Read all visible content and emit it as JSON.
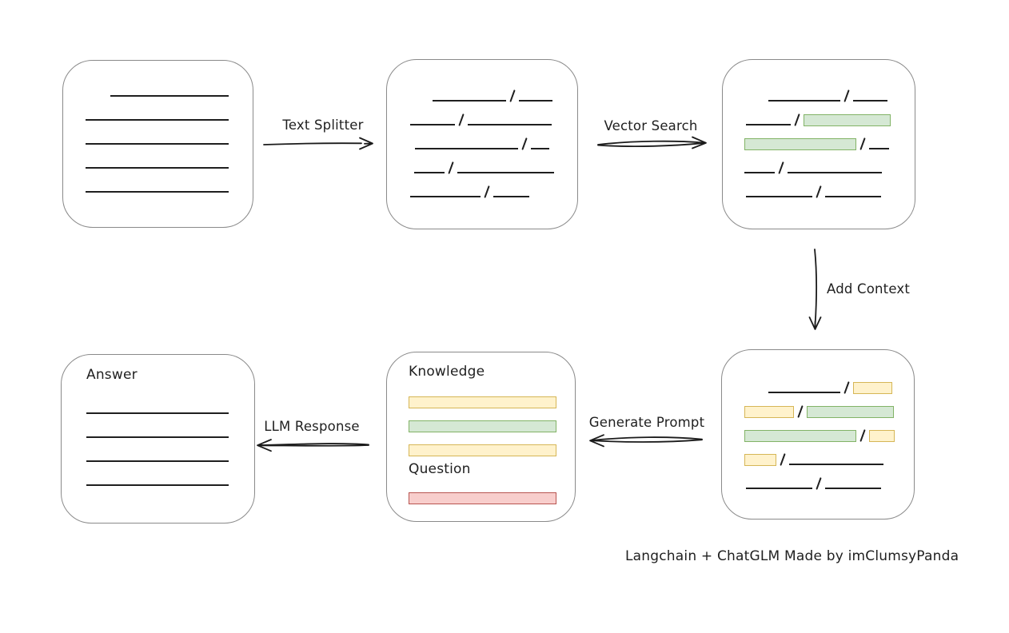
{
  "caption": "Langchain + ChatGLM Made by imClumsyPanda",
  "colors": {
    "line": "#1f1f1f",
    "box_stroke": "#8a8a8a",
    "green_fill": "#d5e8d4",
    "green_stroke": "#82b366",
    "yellow_fill": "#fff2cc",
    "yellow_stroke": "#d6b656",
    "red_fill": "#f8cecc",
    "red_stroke": "#b85450"
  },
  "arrow_labels": {
    "text_splitter": "Text Splitter",
    "vector_search": "Vector Search",
    "add_context": "Add Context",
    "generate_prompt": "Generate Prompt",
    "llm_response": "LLM Response"
  },
  "prompt_box": {
    "knowledge_heading": "Knowledge",
    "question_heading": "Question"
  },
  "answer_box": {
    "heading": "Answer"
  },
  "rows": {
    "document": [
      [
        {
          "t": "line",
          "w": 148,
          "indent": 31
        }
      ],
      [
        {
          "t": "line",
          "w": 179
        }
      ],
      [
        {
          "t": "line",
          "w": 179
        }
      ],
      [
        {
          "t": "line",
          "w": 179
        }
      ],
      [
        {
          "t": "line",
          "w": 179
        }
      ]
    ],
    "split": [
      [
        {
          "t": "line",
          "w": 92,
          "indent": 28
        },
        {
          "t": "slash"
        },
        {
          "t": "line",
          "w": 42
        }
      ],
      [
        {
          "t": "line",
          "w": 56
        },
        {
          "t": "slash"
        },
        {
          "t": "line",
          "w": 105
        }
      ],
      [
        {
          "t": "line",
          "w": 129,
          "indent": 6
        },
        {
          "t": "slash"
        },
        {
          "t": "line",
          "w": 23
        }
      ],
      [
        {
          "t": "line",
          "w": 38,
          "indent": 5
        },
        {
          "t": "slash"
        },
        {
          "t": "line",
          "w": 121
        }
      ],
      [
        {
          "t": "line",
          "w": 88
        },
        {
          "t": "slash"
        },
        {
          "t": "line",
          "w": 45
        }
      ]
    ],
    "searched": [
      [
        {
          "t": "line",
          "w": 90,
          "indent": 30
        },
        {
          "t": "slash"
        },
        {
          "t": "line",
          "w": 43
        }
      ],
      [
        {
          "t": "line",
          "w": 56,
          "indent": 2
        },
        {
          "t": "slash"
        },
        {
          "t": "green",
          "w": 107
        }
      ],
      [
        {
          "t": "green",
          "w": 138
        },
        {
          "t": "slash"
        },
        {
          "t": "line",
          "w": 25
        }
      ],
      [
        {
          "t": "line",
          "w": 38
        },
        {
          "t": "slash"
        },
        {
          "t": "line",
          "w": 118
        }
      ],
      [
        {
          "t": "line",
          "w": 83,
          "indent": 2
        },
        {
          "t": "slash"
        },
        {
          "t": "line",
          "w": 70
        }
      ]
    ],
    "context": [
      [
        {
          "t": "line",
          "w": 90,
          "indent": 30
        },
        {
          "t": "slash"
        },
        {
          "t": "yellow",
          "w": 47
        }
      ],
      [
        {
          "t": "yellow",
          "w": 60
        },
        {
          "t": "slash"
        },
        {
          "t": "green",
          "w": 107
        }
      ],
      [
        {
          "t": "green",
          "w": 138
        },
        {
          "t": "slash"
        },
        {
          "t": "yellow",
          "w": 30
        }
      ],
      [
        {
          "t": "yellow",
          "w": 38
        },
        {
          "t": "slash"
        },
        {
          "t": "line",
          "w": 118
        }
      ],
      [
        {
          "t": "line",
          "w": 83,
          "indent": 2
        },
        {
          "t": "slash"
        },
        {
          "t": "line",
          "w": 70
        }
      ]
    ],
    "prompt_bars": [
      [
        {
          "t": "yellow",
          "w": 183
        }
      ],
      [
        {
          "t": "green",
          "w": 183
        }
      ],
      [
        {
          "t": "yellow",
          "w": 183
        }
      ]
    ],
    "question_bar": [
      [
        {
          "t": "red",
          "w": 183
        }
      ]
    ],
    "answer": [
      [
        {
          "t": "line",
          "w": 178
        }
      ],
      [
        {
          "t": "line",
          "w": 178
        }
      ],
      [
        {
          "t": "line",
          "w": 178
        }
      ],
      [
        {
          "t": "line",
          "w": 178
        }
      ]
    ]
  }
}
